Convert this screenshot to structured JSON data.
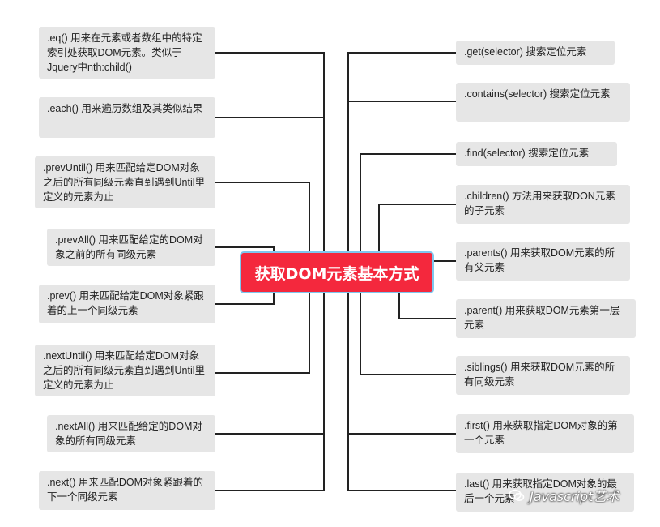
{
  "center": {
    "label": "获取DOM元素基本方式"
  },
  "left_nodes": [
    {
      "text": ".eq() 用来在元素或者数组中的特定索引处获取DOM元素。类似于Jquery中nth:child()"
    },
    {
      "text": ".each() 用来遍历数组及其类似结果"
    },
    {
      "text": ".prevUntil() 用来匹配给定DOM对象之后的所有同级元素直到遇到Until里定义的元素为止"
    },
    {
      "text": ".prevAll() 用来匹配给定的DOM对象之前的所有同级元素"
    },
    {
      "text": ".prev() 用来匹配给定DOM对象紧跟着的上一个同级元素"
    },
    {
      "text": ".nextUntil() 用来匹配给定DOM对象之后的所有同级元素直到遇到Until里定义的元素为止"
    },
    {
      "text": ".nextAll() 用来匹配给定的DOM对象的所有同级元素"
    },
    {
      "text": ".next() 用来匹配DOM对象紧跟着的下一个同级元素"
    }
  ],
  "right_nodes": [
    {
      "text": ".get(selector) 搜索定位元素"
    },
    {
      "text": ".contains(selector) 搜索定位元素"
    },
    {
      "text": ".find(selector) 搜索定位元素"
    },
    {
      "text": ".children() 方法用来获取DON元素的子元素"
    },
    {
      "text": ".parents() 用来获取DOM元素的所有父元素"
    },
    {
      "text": ".parent() 用来获取DOM元素第一层元素"
    },
    {
      "text": ".siblings() 用来获取DOM元素的所有同级元素"
    },
    {
      "text": ".first() 用来获取指定DOM对象的第一个元素"
    },
    {
      "text": ".last() 用来获取指定DOM对象的最后一个元素"
    }
  ],
  "watermark": {
    "text": "Javascript艺术"
  },
  "colors": {
    "center_bg": "#f4283d",
    "node_bg": "#e6e6e6",
    "line": "#222222"
  }
}
